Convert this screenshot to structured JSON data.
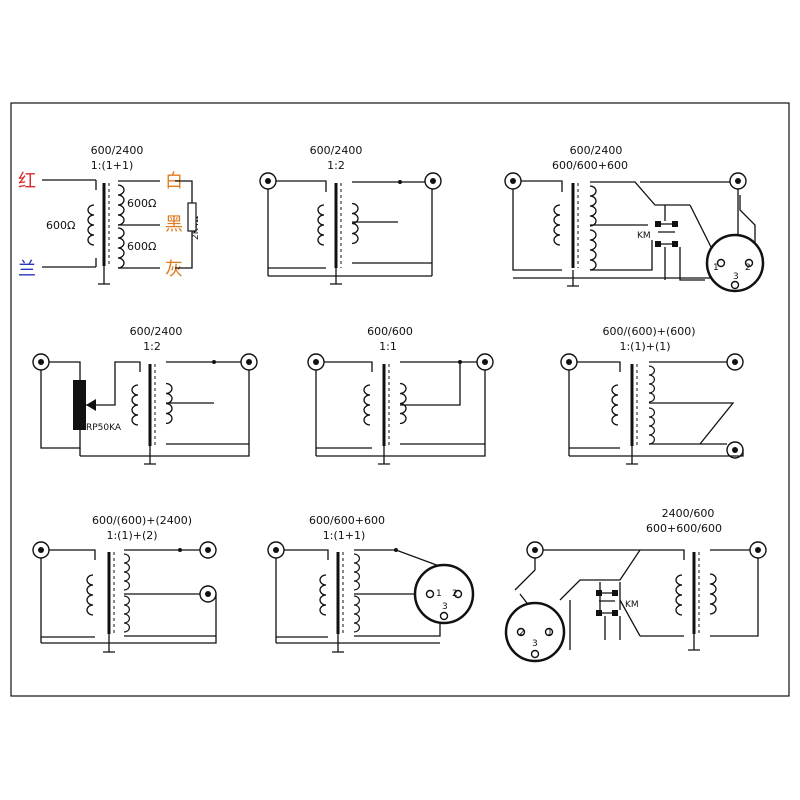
{
  "colors": {
    "red": "#d42b2b",
    "blue": "#2b35b8",
    "orange": "#e07a1f",
    "ink": "#111111"
  },
  "d1": {
    "l1": "600/2400",
    "l2": "1:(1+1)",
    "red": "红",
    "blue": "兰",
    "white": "白",
    "black": "黑",
    "gray": "灰",
    "ohm_left": "600Ω",
    "ohm_top": "600Ω",
    "ohm_bot": "600Ω",
    "res": "2K4Ω"
  },
  "d2": {
    "l1": "600/2400",
    "l2": "1:2"
  },
  "d3": {
    "l1": "600/2400",
    "l2": "600/600+600",
    "km": "KM",
    "p1": "1",
    "p2": "2",
    "p3": "3"
  },
  "d4": {
    "l1": "600/2400",
    "l2": "1:2",
    "pot": "RP50KA"
  },
  "d5": {
    "l1": "600/600",
    "l2": "1:1"
  },
  "d6": {
    "l1": "600/(600)+(600)",
    "l2": "1:(1)+(1)"
  },
  "d7": {
    "l1": "600/(600)+(2400)",
    "l2": "1:(1)+(2)"
  },
  "d8": {
    "l1": "600/600+600",
    "l2": "1:(1+1)",
    "p1": "1",
    "p2": "2",
    "p3": "3"
  },
  "d9": {
    "l1": "2400/600",
    "l2": "600+600/600",
    "km": "KM",
    "p1": "1",
    "p2": "2",
    "p3": "3"
  }
}
